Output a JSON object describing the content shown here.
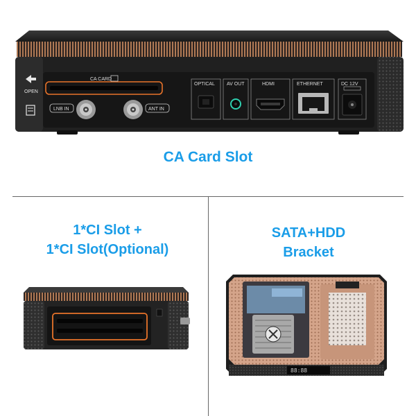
{
  "top_panel": {
    "caption": "CA Card Slot",
    "side_labels": {
      "open": "OPEN"
    },
    "slot_label": "CA CARD",
    "ports": [
      {
        "label": "OPTICAL"
      },
      {
        "label": "AV OUT"
      },
      {
        "label": "HDMI"
      },
      {
        "label": "ETHERNET"
      },
      {
        "label": "DC 12V"
      }
    ],
    "connectors": {
      "lnb": "LNB IN",
      "ant": "ANT IN"
    }
  },
  "bottom_left": {
    "caption_line1": "1*CI Slot +",
    "caption_line2": "1*CI Slot(Optional)"
  },
  "bottom_right": {
    "caption_line1": "SATA+HDD",
    "caption_line2": "Bracket",
    "display_text": "88:88"
  },
  "colors": {
    "accent_caption": "#1a9de8",
    "highlight": "#e8732a",
    "device_body": "#1e1e1e",
    "copper": "#d4a48a"
  }
}
